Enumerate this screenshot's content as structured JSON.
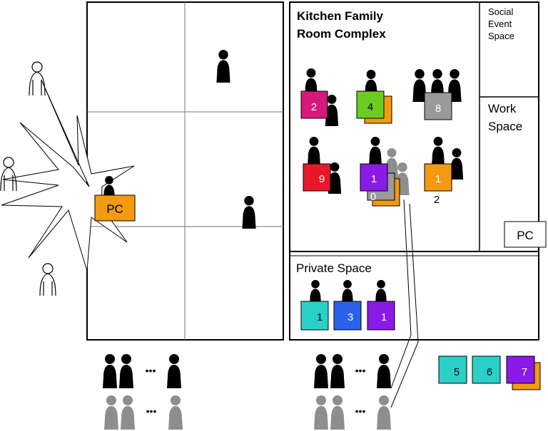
{
  "rooms": {
    "kitchen_title_1": "Kitchen Family",
    "kitchen_title_2": "Room Complex",
    "social_1": "Social",
    "social_2": "Event",
    "social_3": "Space",
    "work_1": "Work",
    "work_2": "Space",
    "private": "Private Space"
  },
  "pc_labels": {
    "left": "PC",
    "right": "PC"
  },
  "tiles": {
    "k1": "2",
    "k2": "4",
    "k3": "8",
    "k4": "9",
    "k5": "1",
    "k5_back": "0",
    "k6": "1",
    "k6_sub": "2",
    "p1": "1",
    "p2": "3",
    "p3": "1",
    "b1": "5",
    "b2": "6",
    "b3": "7"
  },
  "ellipsis": "•••",
  "colors": {
    "magenta": "#d7197d",
    "green": "#6ccc1f",
    "gray": "#9a9a9a",
    "red": "#e8182a",
    "purple": "#8a1ae6",
    "orange": "#f39a10",
    "teal": "#2ad0c8",
    "blue": "#2a62ea",
    "black": "#000000",
    "person_gray": "#8e8e8e"
  }
}
